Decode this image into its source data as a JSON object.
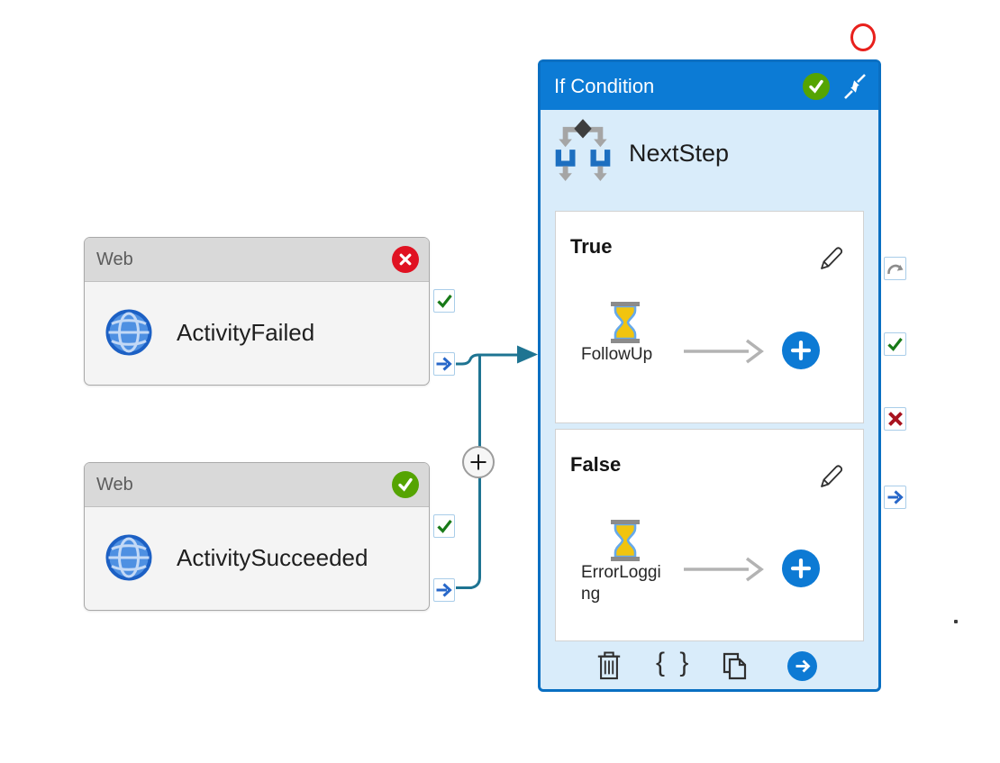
{
  "pipeline": {
    "web_activities": [
      {
        "type_label": "Web",
        "name": "ActivityFailed",
        "status": "failed"
      },
      {
        "type_label": "Web",
        "name": "ActivitySucceeded",
        "status": "succeeded"
      }
    ],
    "if_condition": {
      "type_label": "If Condition",
      "name": "NextStep",
      "status": "succeeded",
      "true_branch": {
        "label": "True",
        "activity_name": "FollowUp"
      },
      "false_branch": {
        "label": "False",
        "activity_name": "ErrorLogging"
      }
    }
  },
  "icons": {
    "braces_glyph": "{ }",
    "names": [
      "globe-icon",
      "error-badge-icon",
      "success-badge-icon",
      "if-condition-icon",
      "wait-hourglass-icon",
      "edit-pencil-icon",
      "add-plus-icon",
      "flow-arrow-icon",
      "success-port-icon",
      "completion-port-icon",
      "skip-port-icon",
      "fail-port-icon",
      "delete-icon",
      "braces-icon",
      "copy-icon",
      "go-arrow-icon",
      "collapse-icon",
      "add-link-icon"
    ]
  },
  "colors": {
    "header_blue": "#0c7bd5",
    "panel_bg": "#d9ecfa",
    "panel_border": "#0a6fc2",
    "success_green": "#55a402",
    "error_red": "#e01222",
    "connector_teal": "#1e7492",
    "port_check_green": "#187a18",
    "port_arrow_blue": "#2767c9",
    "port_fail_red": "#a8131f",
    "accent_blue": "#0d7ad4",
    "node_header_gray": "#d9d9d9",
    "node_body_gray": "#f4f4f4"
  },
  "annotation": {
    "type": "highlight-circle",
    "color": "#e8201c"
  }
}
